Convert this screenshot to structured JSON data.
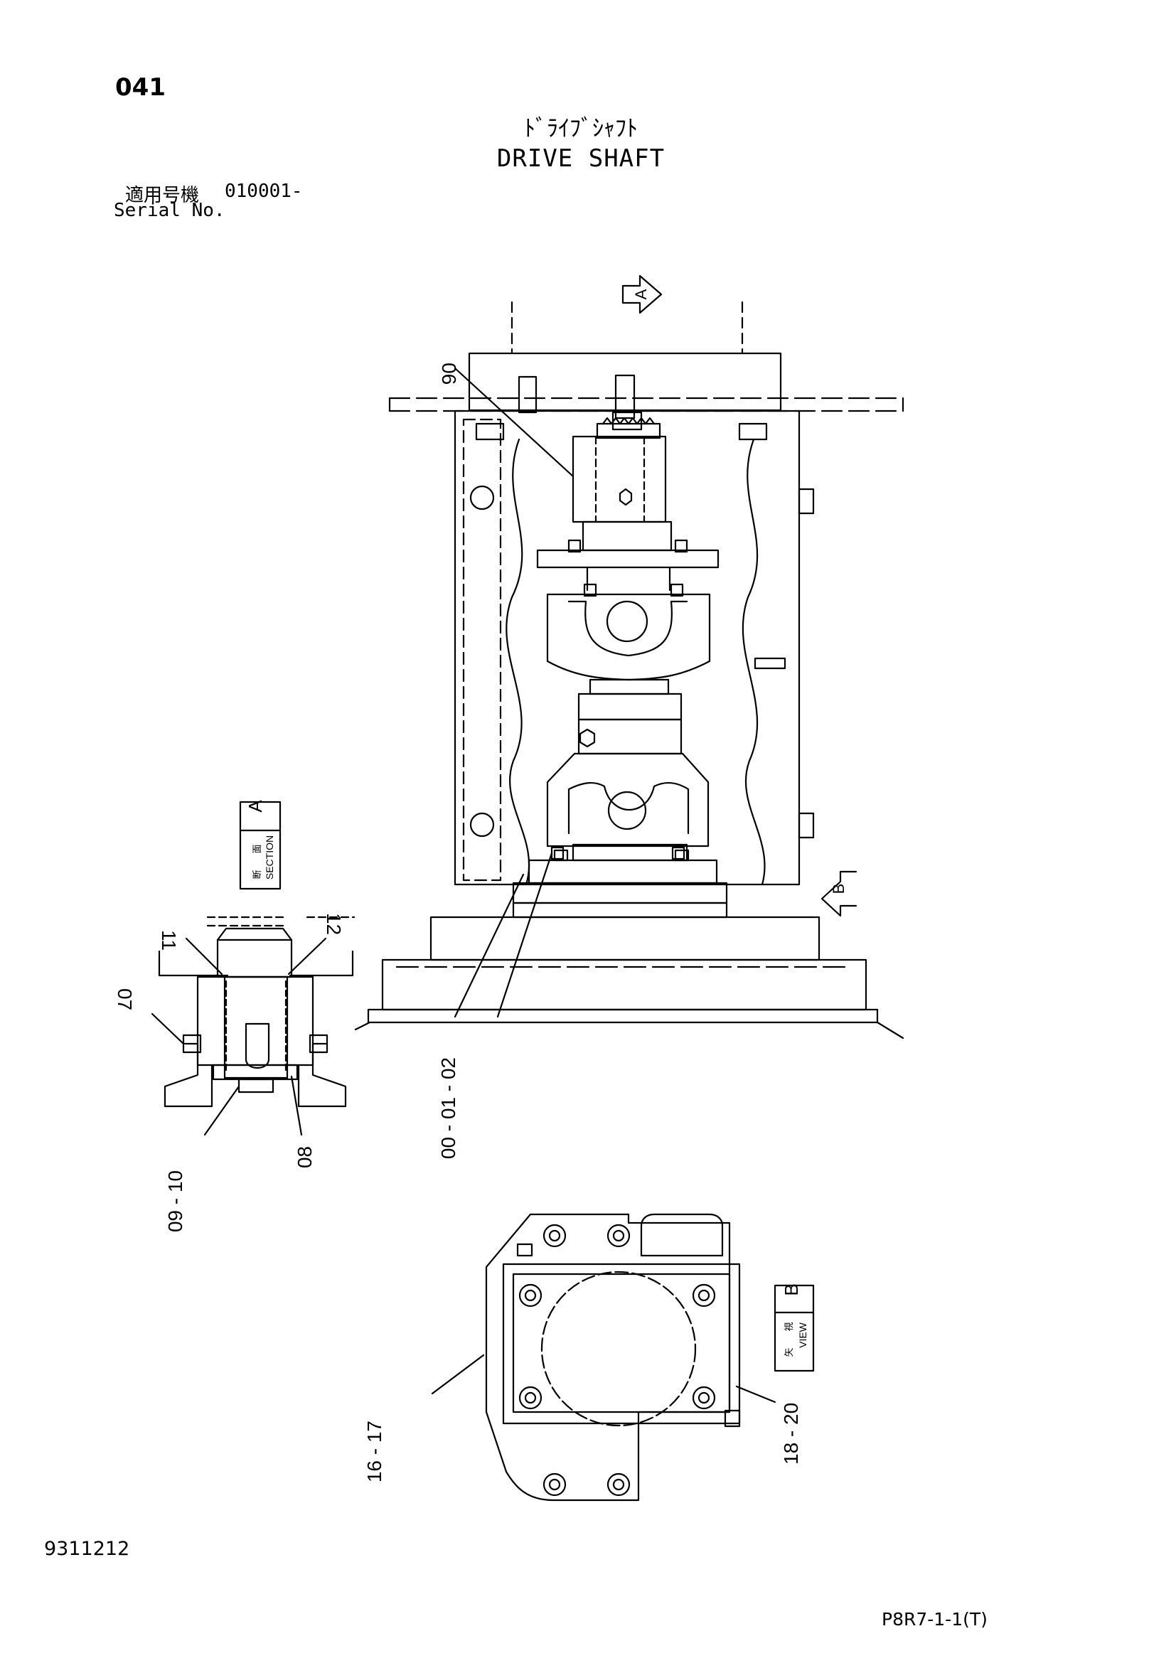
{
  "header": {
    "page_number": "041",
    "title_jp": "ﾄﾞﾗｲﾌﾞｼｬﾌﾄ",
    "title_en": "DRIVE SHAFT",
    "serial_label_jp": "適用号機",
    "serial_range": "010001-",
    "serial_label_en": "Serial No."
  },
  "view_markers": {
    "arrow_a": "A",
    "arrow_b": "B"
  },
  "section_label": {
    "jp_top": "断",
    "jp_bottom": "面",
    "en": "SECTION",
    "letter": "A"
  },
  "view_label": {
    "jp_top": "矢",
    "jp_bottom": "視",
    "en": "VIEW",
    "letter": "B"
  },
  "callouts": {
    "c06": "06",
    "c00": "00 - 01 - 02",
    "c11": "11",
    "c12": "12",
    "c07": "07",
    "c09": "09 - 10",
    "c08": "08",
    "c16": "16 - 17",
    "c18": "18 - 20"
  },
  "footer": {
    "doc_id": "9311212",
    "ref_code": "P8R7-1-1(T)"
  }
}
